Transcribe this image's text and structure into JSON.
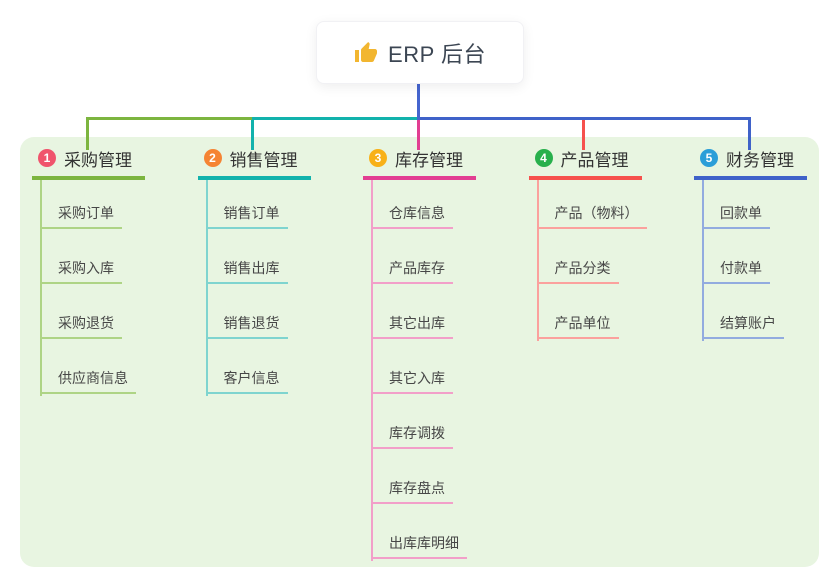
{
  "root": {
    "label": "ERP 后台",
    "icon": "thumbs-up-icon",
    "icon_color": "#f2b630",
    "connector_color": "#4565cf",
    "text_color": "#3c4653"
  },
  "panel": {
    "background": "#e8f5e1"
  },
  "branches": [
    {
      "number": "1",
      "label": "采购管理",
      "color": "#7cb53f",
      "tint": "#aed485",
      "badge_color": "#f0546c",
      "children": [
        "采购订单",
        "采购入库",
        "采购退货",
        "供应商信息"
      ]
    },
    {
      "number": "2",
      "label": "销售管理",
      "color": "#12b2ac",
      "tint": "#7fd4cf",
      "badge_color": "#f58433",
      "children": [
        "销售订单",
        "销售出库",
        "销售退货",
        "客户信息"
      ]
    },
    {
      "number": "3",
      "label": "库存管理",
      "color": "#e23e92",
      "tint": "#f29fc9",
      "badge_color": "#f8b117",
      "children": [
        "仓库信息",
        "产品库存",
        "其它出库",
        "其它入库",
        "库存调拨",
        "库存盘点",
        "出库库明细"
      ]
    },
    {
      "number": "4",
      "label": "产品管理",
      "color": "#f6514d",
      "tint": "#fba19d",
      "badge_color": "#28b04c",
      "children": [
        "产品（物料）",
        "产品分类",
        "产品单位"
      ]
    },
    {
      "number": "5",
      "label": "财务管理",
      "color": "#3f62c9",
      "tint": "#92abdf",
      "badge_color": "#2b9ed8",
      "children": [
        "回款单",
        "付款单",
        "结算账户"
      ]
    }
  ]
}
